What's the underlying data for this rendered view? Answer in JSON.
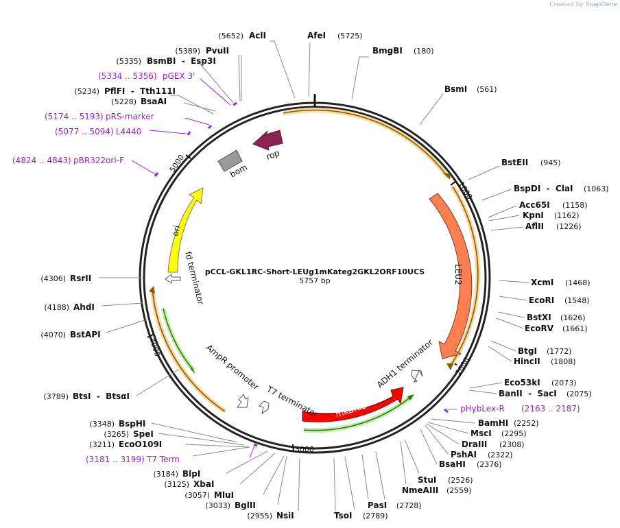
{
  "watermark": {
    "prefix": "Created by",
    "brand": "SnapGene"
  },
  "plasmid": {
    "name": "pCCL-GKL1RC-Short-LEUg1mKateg2GKL2ORF10UCS",
    "length_label": "5757 bp",
    "length": 5757
  },
  "ticks": [
    {
      "label": "1000",
      "pos": 1000
    },
    {
      "label": "2000",
      "pos": 2000
    },
    {
      "label": "3000",
      "pos": 3000
    },
    {
      "label": "4000",
      "pos": 4000
    },
    {
      "label": "5000",
      "pos": 5000
    }
  ],
  "enzymes": [
    {
      "name": "AclI",
      "pos": "(5652)"
    },
    {
      "name": "AfeI",
      "pos": "(5725)"
    },
    {
      "name": "BmgBI",
      "pos": "(180)"
    },
    {
      "name": "BsmI",
      "pos": "(561)"
    },
    {
      "name": "BstEII",
      "pos": "(945)"
    },
    {
      "name": "BspDI  -  ClaI",
      "pos": "(1063)"
    },
    {
      "name": "Acc65I",
      "pos": "(1158)"
    },
    {
      "name": "KpnI",
      "pos": "(1162)"
    },
    {
      "name": "AflII",
      "pos": "(1226)"
    },
    {
      "name": "XcmI",
      "pos": "(1468)"
    },
    {
      "name": "EcoRI",
      "pos": "(1548)"
    },
    {
      "name": "BstXI",
      "pos": "(1626)"
    },
    {
      "name": "EcoRV",
      "pos": "(1661)"
    },
    {
      "name": "BtgI",
      "pos": "(1772)"
    },
    {
      "name": "HincII",
      "pos": "(1808)"
    },
    {
      "name": "Eco53kI",
      "pos": "(2073)"
    },
    {
      "name": "BanII  -  SacI",
      "pos": "(2075)"
    },
    {
      "name": "BamHI",
      "pos": "(2252)"
    },
    {
      "name": "MscI",
      "pos": "(2295)"
    },
    {
      "name": "DraIII",
      "pos": "(2308)"
    },
    {
      "name": "PshAI",
      "pos": "(2322)"
    },
    {
      "name": "BsaHI",
      "pos": "(2376)"
    },
    {
      "name": "StuI",
      "pos": "(2526)"
    },
    {
      "name": "NmeAIII",
      "pos": "(2559)"
    },
    {
      "name": "PasI",
      "pos": "(2728)"
    },
    {
      "name": "TsoI",
      "pos": "(2789)"
    },
    {
      "name": "NsiI",
      "pos": "(2955)"
    },
    {
      "name": "BglII",
      "pos": "(3033)"
    },
    {
      "name": "MluI",
      "pos": "(3057)"
    },
    {
      "name": "XbaI",
      "pos": "(3125)"
    },
    {
      "name": "BlpI",
      "pos": "(3184)"
    },
    {
      "name": "EcoO109I",
      "pos": "(3211)"
    },
    {
      "name": "SpeI",
      "pos": "(3265)"
    },
    {
      "name": "BspHI",
      "pos": "(3348)"
    },
    {
      "name": "BtsI  -  BtsαI",
      "pos": "(3789)"
    },
    {
      "name": "BstAPI",
      "pos": "(4070)"
    },
    {
      "name": "AhdI",
      "pos": "(4188)"
    },
    {
      "name": "RsrII",
      "pos": "(4306)"
    },
    {
      "name": "BsaAI",
      "pos": "(5228)"
    },
    {
      "name": "PflFI  -  Tth111I",
      "pos": "(5234)"
    },
    {
      "name": "BsmBI  -  Esp3I",
      "pos": "(5335)"
    },
    {
      "name": "PvuII",
      "pos": "(5389)"
    }
  ],
  "primers": [
    {
      "name": "pGEX 3'",
      "range": "(5334 .. 5356)"
    },
    {
      "name": "pRS-marker",
      "range": "(5174 .. 5193)"
    },
    {
      "name": "L4440",
      "range": "(5077 .. 5094)"
    },
    {
      "name": "pBR322ori-F",
      "range": "(4824 .. 4843)"
    },
    {
      "name": "pHybLex-R",
      "range": "(2163 .. 2187)"
    },
    {
      "name": "T7 Term",
      "range": "(3181 .. 3199)"
    }
  ],
  "features": {
    "rop": "rop",
    "bom": "bom",
    "ori": "ori",
    "leu2": "LEU2",
    "mkate2": "mKate2",
    "fd_terminator": "fd terminator",
    "ampr_promoter": "AmpR promoter",
    "t7_terminator": "T7 terminator",
    "adh1_terminator": "ADH1 terminator"
  },
  "colors": {
    "primer": "#9b1fd1",
    "leu2": "#ff7f50",
    "mkate2": "#ff0000",
    "ori": "#ffff00",
    "rop": "#8b2252",
    "bom": "#999999",
    "orf": "#f0a030",
    "orf_green": "#3a9a10"
  }
}
